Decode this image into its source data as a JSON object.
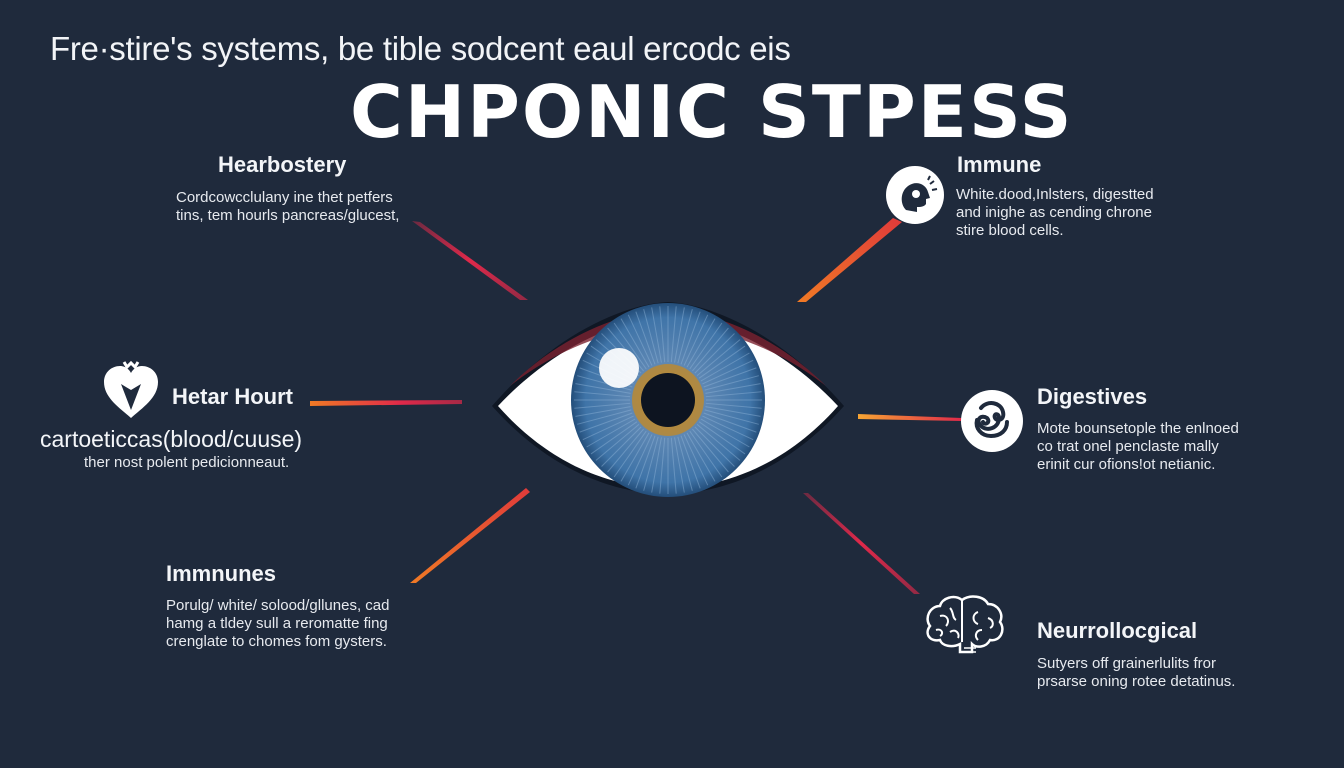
{
  "header": {
    "subtitle": "Fre·stire's systems, be tible sodcent eaul ercodc eis",
    "title": "CHPONIC STPESS"
  },
  "sections": {
    "top_left": {
      "heading": "Hearbostery",
      "lines": [
        "Cordcowcclulany ine thet petfers",
        "tins, tem hourls pancreas/glucest,"
      ]
    },
    "top_right": {
      "heading": "Immune",
      "icon": "immune-head-icon",
      "lines": [
        "White.dood,Inlsters, digestted",
        "and inighe as cending chrone",
        "stire blood cells."
      ]
    },
    "mid_left": {
      "heading": "Hetar Hourt",
      "icon": "heart-icon",
      "big_line": "cartoeticcas(blood/cuuse)",
      "lines": [
        "ther nost polent pedicionneaut."
      ]
    },
    "mid_right": {
      "heading": "Digestives",
      "icon": "stomach-icon",
      "lines": [
        "Mote bounsetople the enlnoed",
        "co trat onel penclaste mally",
        "erinit cur ofions!ot netianic."
      ]
    },
    "bottom_left": {
      "heading": "Immnunes",
      "lines": [
        "Porulg/ white/ solood/gllunes, cad",
        "hamg a tldey sull a reromatte fing",
        "crenglate to chomes fom gysters."
      ]
    },
    "bottom_right": {
      "heading": "Neurrollocgical",
      "icon": "brain-icon",
      "lines": [
        "Sutyers off grainerlulits fror",
        "prsarse oning rotee detatinus."
      ]
    }
  },
  "center": {
    "icon": "eye-icon"
  },
  "colors": {
    "background": "#1f2a3c",
    "connector_red": "#e0294a",
    "connector_orange": "#f07a25",
    "iris_blue": "#3f74a8",
    "iris_gold": "#b48a3c"
  }
}
